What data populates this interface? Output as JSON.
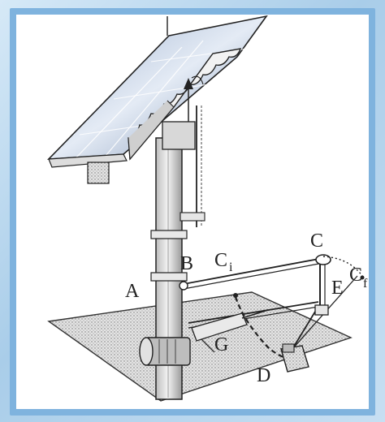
{
  "figure": {
    "labels": {
      "A": "A",
      "B": "B",
      "Ci": "C",
      "Ci_sub": "i",
      "C": "C",
      "E": "E",
      "Cf": "C",
      "Cf_sub": "f",
      "G": "G",
      "D": "D"
    },
    "colors": {
      "frame": "#7fb3de",
      "panel_cell": "#7f95b8",
      "panel_light": "#c9d6ea",
      "ink": "#1e1e1e",
      "ground": "#d9d9d9"
    }
  }
}
